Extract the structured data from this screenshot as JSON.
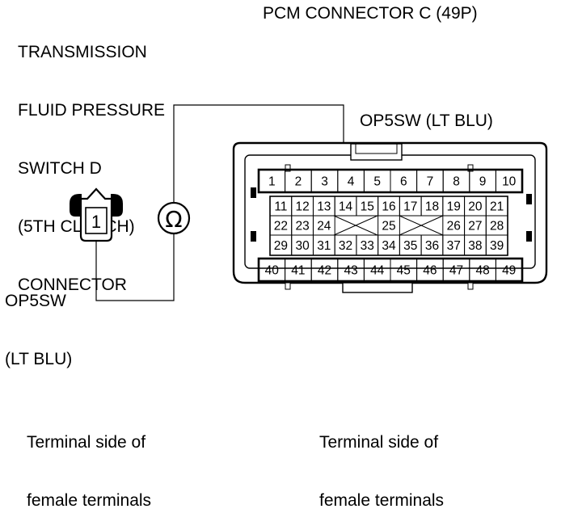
{
  "titles": {
    "left_connector": [
      "TRANSMISSION",
      "FLUID PRESSURE",
      "SWITCH D",
      "(5TH CLUTCH)",
      "CONNECTOR"
    ],
    "right_connector": "PCM CONNECTOR C (49P)"
  },
  "wire_labels": {
    "right": "OP5SW (LT BLU)",
    "left": [
      "OP5SW",
      "(LT BLU)"
    ]
  },
  "switch_connector": {
    "terminal": "1"
  },
  "meter_symbol": "Ω",
  "pcm_pins": {
    "row1": [
      "1",
      "2",
      "3",
      "4",
      "5",
      "6",
      "7",
      "8",
      "9",
      "10"
    ],
    "row2": [
      "11",
      "12",
      "13",
      "14",
      "15",
      "16",
      "17",
      "18",
      "19",
      "20",
      "21"
    ],
    "row3_left": [
      "22",
      "23",
      "24"
    ],
    "row3_mid": [
      "25"
    ],
    "row3_right": [
      "26",
      "27",
      "28"
    ],
    "row4": [
      "29",
      "30",
      "31",
      "32",
      "33",
      "34",
      "35",
      "36",
      "37",
      "38",
      "39"
    ],
    "row5": [
      "40",
      "41",
      "42",
      "43",
      "44",
      "45",
      "46",
      "47",
      "48",
      "49"
    ]
  },
  "captions": {
    "left": [
      "Terminal side of",
      "female terminals"
    ],
    "right": [
      "Terminal side of",
      "female terminals"
    ]
  }
}
